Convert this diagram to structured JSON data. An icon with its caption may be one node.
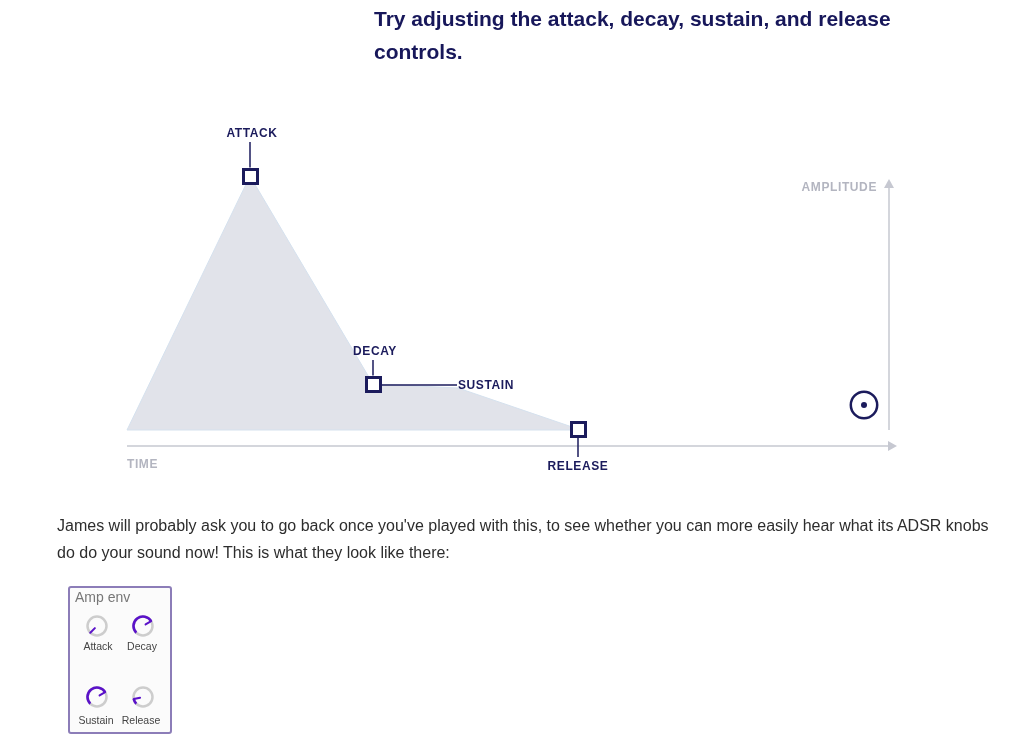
{
  "diagram": {
    "title": "Try adjusting the attack, decay, sustain, and release controls.",
    "nodes": [
      {
        "text": [
          "ATTACK"
        ]
      },
      {
        "text": [],
        "shape": "box"
      },
      {
        "text": [
          "DECAY"
        ]
      },
      {
        "text": [],
        "shape": "box"
      },
      {
        "text": [
          "SUSTAIN"
        ]
      },
      {
        "text": [],
        "shape": "box"
      },
      {
        "text": [
          "RELEASE"
        ]
      },
      {
        "text": [
          "Amp env",
          "Attack",
          "Decay",
          "Sustain",
          "Release"
        ]
      }
    ],
    "edges": [
      {
        "from": 0,
        "to": 1,
        "arrow": "none"
      },
      {
        "from": 2,
        "to": 3,
        "arrow": "none"
      },
      {
        "from": 4,
        "to": 3,
        "arrow": "none"
      },
      {
        "from": 6,
        "to": 5,
        "arrow": "none"
      }
    ],
    "labels": [
      "AMPLITUDE",
      "TIME",
      "James will probably ask you to go back once you've played with this, to see whether you can more easily hear what its ADSR knobs do do your sound now! This is what they look like there:"
    ]
  }
}
